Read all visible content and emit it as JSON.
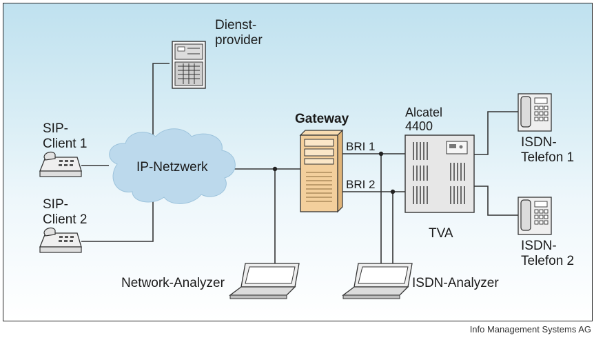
{
  "labels": {
    "dienstprovider_line1": "Dienst-",
    "dienstprovider_line2": "provider",
    "sip_client1_line1": "SIP-",
    "sip_client1_line2": "Client 1",
    "sip_client2_line1": "SIP-",
    "sip_client2_line2": "Client 2",
    "ip_network": "IP-Netzwerk",
    "gateway": "Gateway",
    "bri1": "BRI 1",
    "bri2": "BRI 2",
    "alcatel_line1": "Alcatel",
    "alcatel_line2": "4400",
    "tva": "TVA",
    "isdn_phone1_line1": "ISDN-",
    "isdn_phone1_line2": "Telefon 1",
    "isdn_phone2_line1": "ISDN-",
    "isdn_phone2_line2": "Telefon 2",
    "network_analyzer": "Network-Analyzer",
    "isdn_analyzer": "ISDN-Analyzer"
  },
  "credit": "Info Management Systems AG",
  "colors": {
    "cloud": "#bcd9ec",
    "gateway": "#f3cf9c",
    "pbx": "#e7e7e7",
    "line": "#333333",
    "background_top": "#bfe1ef"
  }
}
